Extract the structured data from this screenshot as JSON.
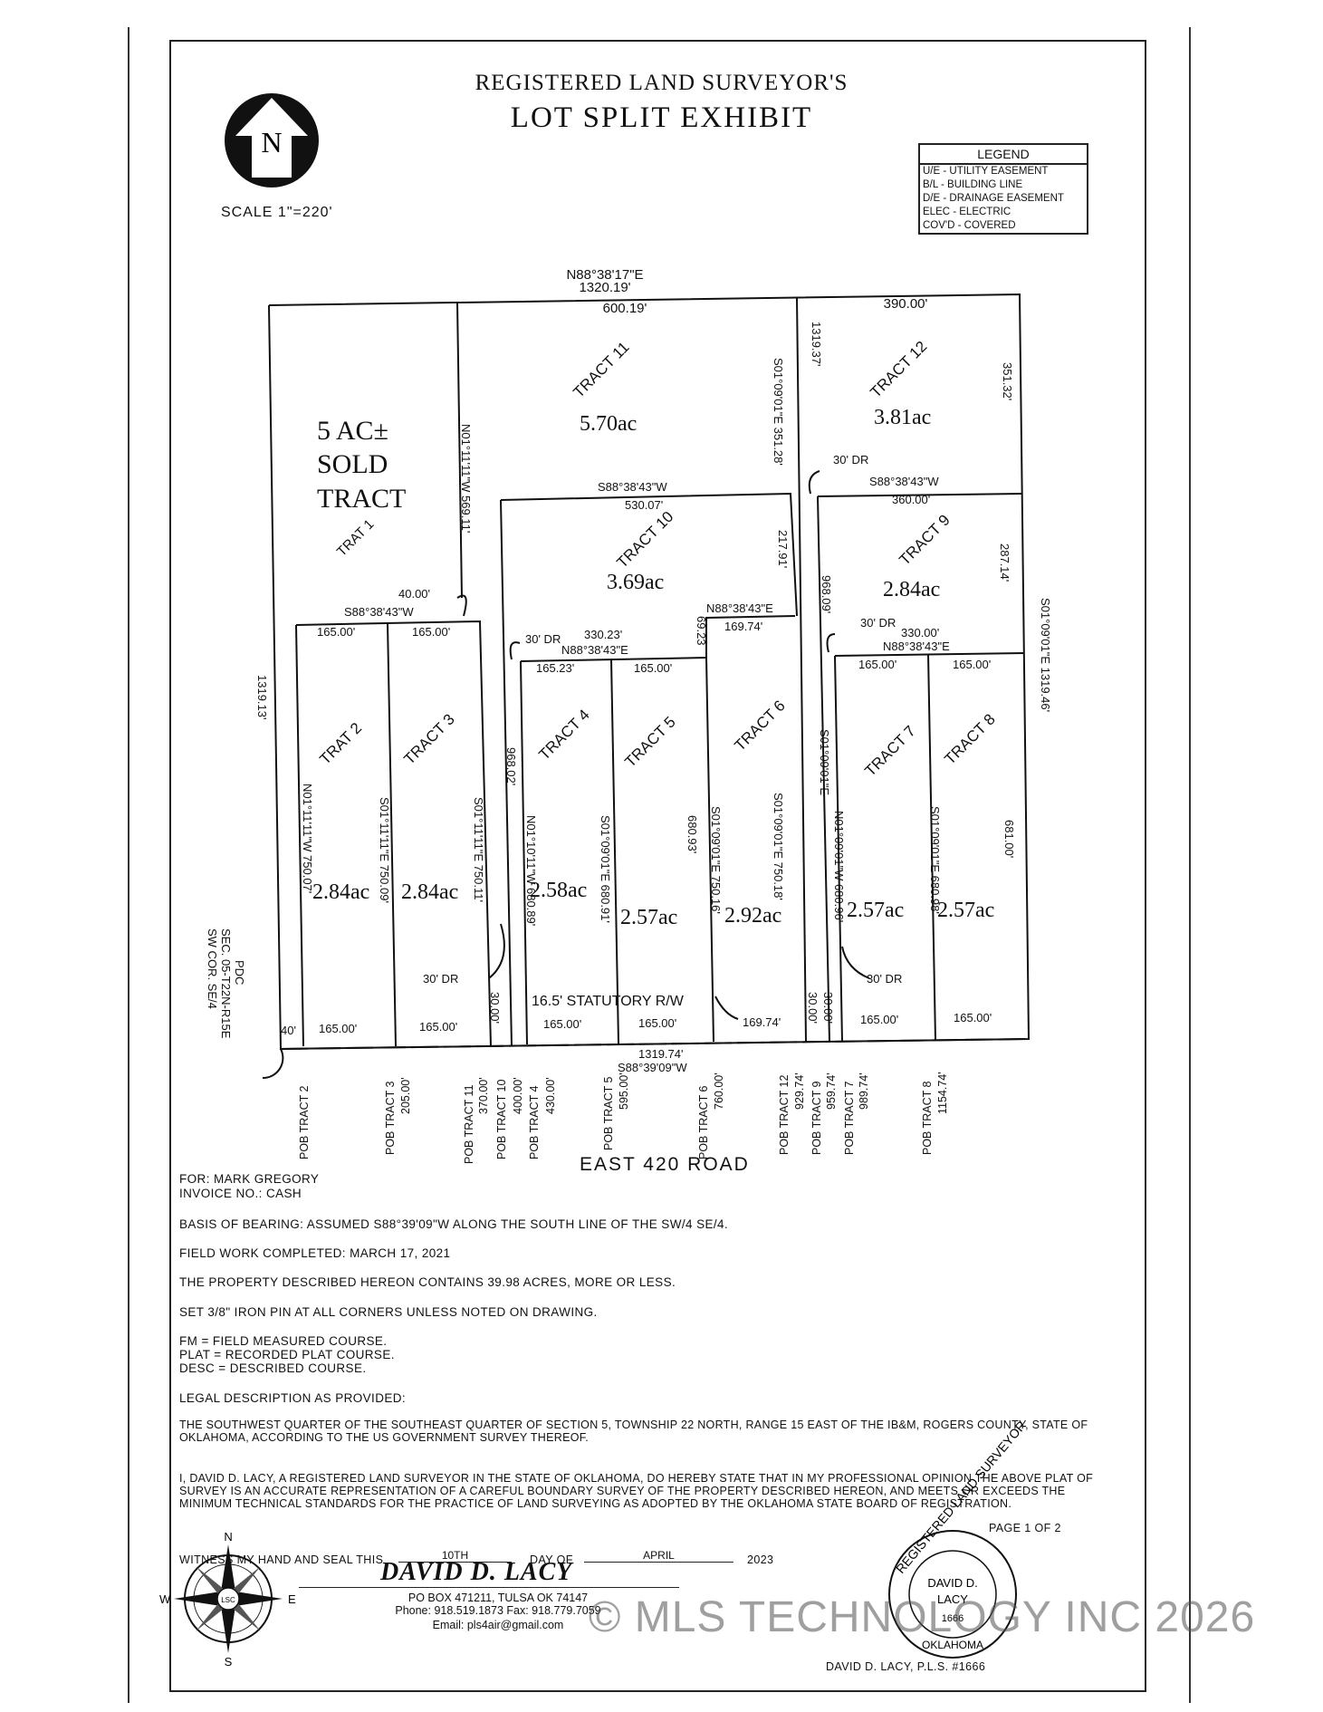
{
  "header": {
    "line1": "REGISTERED LAND SURVEYOR'S",
    "line2": "LOT SPLIT EXHIBIT",
    "north": "N",
    "scale": "SCALE 1\"=220'"
  },
  "legend": {
    "title": "LEGEND",
    "items": [
      "U/E - UTILITY EASEMENT",
      "B/L - BUILDING LINE",
      "D/E - DRAINAGE EASEMENT",
      "ELEC - ELECTRIC",
      "COV'D - COVERED"
    ]
  },
  "plat": {
    "top_bearing": "N88°38'17\"E",
    "top_length": "1320.19'",
    "sold_tract": [
      "5 AC±",
      "SOLD",
      "TRACT"
    ],
    "trat1": "TRAT 1",
    "tracts": [
      {
        "name": "TRACT 11",
        "area": "5.70ac"
      },
      {
        "name": "TRACT 12",
        "area": "3.81ac"
      },
      {
        "name": "TRACT 10",
        "area": "3.69ac"
      },
      {
        "name": "TRACT 9",
        "area": "2.84ac"
      },
      {
        "name": "TRAT 2",
        "area": "2.84ac"
      },
      {
        "name": "TRACT 3",
        "area": "2.84ac"
      },
      {
        "name": "TRACT 4",
        "area": "2.58ac"
      },
      {
        "name": "TRACT 5",
        "area": "2.57ac"
      },
      {
        "name": "TRACT 6",
        "area": "2.92ac"
      },
      {
        "name": "TRACT 7",
        "area": "2.57ac"
      },
      {
        "name": "TRACT 8",
        "area": "2.57ac"
      }
    ],
    "labels": {
      "d600": "600.19'",
      "d390": "390.00'",
      "v569": "N01°11'11\"W 569.11'",
      "v351a": "S01°09'01\"E 351.28'",
      "v1319a": "1319.37'",
      "v351b": "351.32'",
      "dr30": "30' DR",
      "b10": "S88°38'43\"W",
      "d530": "530.07'",
      "b9": "S88°38'43\"W",
      "d360": "360.00'",
      "v217": "217.91'",
      "v287": "287.14'",
      "v968a": "968.09'",
      "v1319b": "S01°09'01\"E 1319.46'",
      "d40": "40.00'",
      "b23": "S88°38'43\"W",
      "d165": "165.00'",
      "v1319c": "1319.13'",
      "b45": "N88°38'43\"E",
      "d330a": "330.23'",
      "d165_23": "165.23'",
      "d69": "69.23",
      "b6": "N88°38'43\"E",
      "d169": "169.74'",
      "d330b": "330.00'",
      "b78": "N88°38'43\"E",
      "v968b": "968.02'",
      "v750_07": "N01°11'11\"W 750.07'",
      "v750_09": "S01°11'11\"E 750.09'",
      "v750_11": "S01°11'11\"E 750.11'",
      "v680_89": "N01°10'11\"W 680.89'",
      "v680_91": "S01°09'01\"E 680.91'",
      "v680_93": "680.93'",
      "v750_16": "S01°09'01\"E 750.16'",
      "v750_18": "S01°09'01\"E 750.18'",
      "v680_96": "N01°09'01\"W 680.96'",
      "v680_98": "S01°09'01\"E 680.98'",
      "v681": "681.00'",
      "v968c": "S01°09'01\"E",
      "sw_cor": [
        "SW COR. SE/4",
        "SEC. 05-T22N-R15E",
        "PDC"
      ],
      "statutory": "16.5' STATUTORY R/W",
      "d30": "30.00'",
      "d40b": "40'",
      "bottom_length": "1319.74'",
      "bottom_bearing": "S88°39'09\"W",
      "road": "EAST 420 ROAD"
    },
    "pob": [
      {
        "name": "POB TRACT 2",
        "dist": ""
      },
      {
        "name": "POB TRACT 3",
        "dist": "205.00'"
      },
      {
        "name": "POB TRACT 11",
        "dist": "370.00'"
      },
      {
        "name": "POB TRACT 10",
        "dist": "400.00'"
      },
      {
        "name": "POB TRACT 4",
        "dist": "430.00'"
      },
      {
        "name": "POB TRACT 5",
        "dist": "595.00'"
      },
      {
        "name": "POB TRACT 6",
        "dist": "760.00'"
      },
      {
        "name": "POB TRACT 12",
        "dist": "929.74'"
      },
      {
        "name": "POB TRACT 9",
        "dist": "959.74'"
      },
      {
        "name": "POB TRACT 7",
        "dist": "989.74'"
      },
      {
        "name": "POB TRACT 8",
        "dist": "1154.74'"
      }
    ]
  },
  "notes": {
    "for": "FOR: MARK GREGORY",
    "invoice": "INVOICE NO.: CASH",
    "basis": "BASIS OF BEARING: ASSUMED S88°39'09\"W ALONG THE SOUTH LINE OF THE SW/4 SE/4.",
    "field": "FIELD WORK COMPLETED: MARCH 17, 2021",
    "contains": "THE PROPERTY DESCRIBED HEREON CONTAINS 39.98 ACRES, MORE OR LESS.",
    "pin": "SET 3/8\" IRON PIN AT ALL CORNERS UNLESS NOTED ON DRAWING.",
    "fm": "FM = FIELD MEASURED COURSE.",
    "plat": "PLAT = RECORDED PLAT COURSE.",
    "desc": "DESC = DESCRIBED COURSE.",
    "legal_title": "LEGAL DESCRIPTION AS PROVIDED:",
    "legal": "THE SOUTHWEST QUARTER OF THE SOUTHEAST QUARTER OF SECTION 5, TOWNSHIP 22 NORTH, RANGE 15 EAST OF THE IB&M, ROGERS COUNTY, STATE OF OKLAHOMA, ACCORDING TO THE US GOVERNMENT SURVEY THEREOF.",
    "cert": "I, DAVID D. LACY, A REGISTERED LAND SURVEYOR IN THE STATE OF OKLAHOMA, DO HEREBY STATE THAT IN MY PROFESSIONAL OPINION THE ABOVE PLAT OF SURVEY IS AN ACCURATE REPRESENTATION OF A CAREFUL BOUNDARY SURVEY OF THE PROPERTY DESCRIBED HEREON, AND MEETS OR EXCEEDS THE MINIMUM TECHNICAL STANDARDS FOR THE PRACTICE OF LAND SURVEYING AS ADOPTED BY THE OKLAHOMA STATE BOARD OF REGISTRATION.",
    "page": "PAGE 1 OF 2"
  },
  "signature": {
    "witness": "WITNESS MY HAND AND SEAL THIS",
    "day": "10TH",
    "day_of": "DAY OF",
    "month": "APRIL",
    "year": "2023",
    "name": "DAVID D. LACY",
    "address": "PO BOX 471211, TULSA OK 74147",
    "phone": "Phone: 918.519.1873   Fax: 918.779.7059",
    "email": "Email: pls4air@gmail.com",
    "printed": "DAVID D. LACY, P.L.S. #1666",
    "seal_top": "REGISTERED LAND SURVEYOR",
    "seal_name": "DAVID D.",
    "seal_name2": "LACY",
    "seal_num": "1666",
    "seal_bottom": "OKLAHOMA"
  },
  "compass": {
    "n": "N",
    "e": "E",
    "s": "S",
    "w": "W",
    "center": "LSC"
  },
  "watermark": "© MLS TECHNOLOGY INC 2026"
}
